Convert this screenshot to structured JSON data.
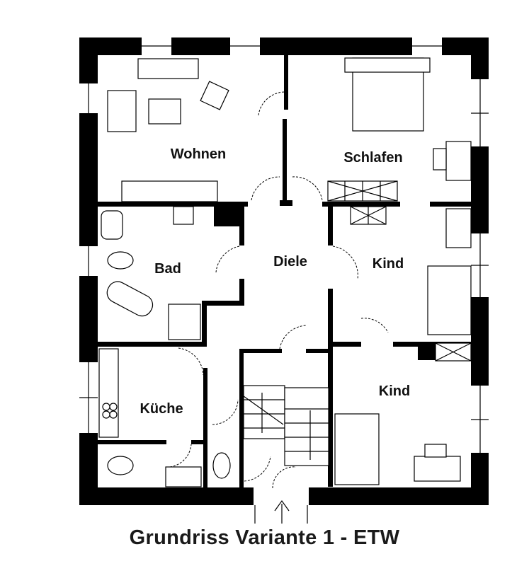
{
  "title": "Grundriss Variante 1 - ETW",
  "rooms": {
    "wohnen": "Wohnen",
    "schlafen": "Schlafen",
    "diele": "Diele",
    "bad": "Bad",
    "kind1": "Kind",
    "kind2": "Kind",
    "kueche": "Küche"
  }
}
